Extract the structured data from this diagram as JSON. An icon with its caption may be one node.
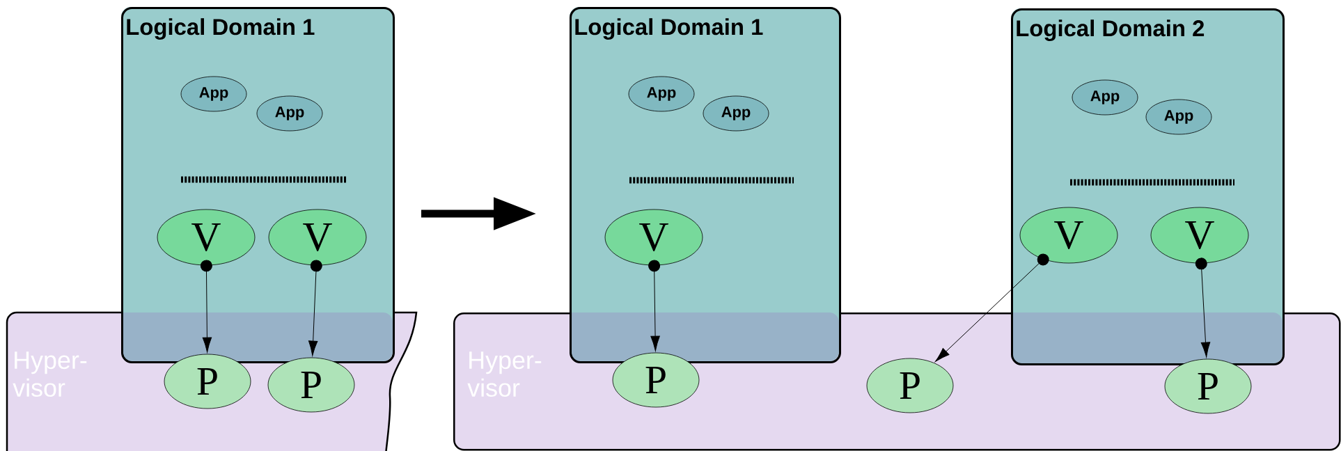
{
  "diagram": {
    "nodes": [
      {
        "text": [
          "Hyper- visor"
        ]
      },
      {
        "text": [
          "Logical Domain 1"
        ]
      },
      {
        "text": [
          "App"
        ],
        "in": 1
      },
      {
        "text": [
          "App"
        ],
        "in": 1
      },
      {
        "text": [
          "V"
        ],
        "in": 1
      },
      {
        "text": [
          "V"
        ],
        "in": 1
      },
      {
        "text": [
          "P"
        ],
        "in": 0
      },
      {
        "text": [
          "P"
        ],
        "in": 0
      },
      {
        "text": [
          "Hyper- visor"
        ]
      },
      {
        "text": [
          "Logical Domain 1"
        ]
      },
      {
        "text": [
          "App"
        ],
        "in": 9
      },
      {
        "text": [
          "App"
        ],
        "in": 9
      },
      {
        "text": [
          "V"
        ],
        "in": 9
      },
      {
        "text": [
          "P"
        ],
        "in": 8
      },
      {
        "text": [
          "Logical Domain 2"
        ]
      },
      {
        "text": [
          "App"
        ],
        "in": 14
      },
      {
        "text": [
          "App"
        ],
        "in": 14
      },
      {
        "text": [
          "V"
        ],
        "in": 14
      },
      {
        "text": [
          "V"
        ],
        "in": 14
      },
      {
        "text": [
          "P"
        ],
        "in": 8
      },
      {
        "text": [
          "P"
        ],
        "in": 8
      }
    ],
    "edges": [
      {
        "from": 4,
        "to": 6,
        "arrow": "to"
      },
      {
        "from": 5,
        "to": 7,
        "arrow": "to"
      },
      {
        "from": 12,
        "to": 13,
        "arrow": "to"
      },
      {
        "from": 17,
        "to": 19,
        "arrow": "to"
      },
      {
        "from": 18,
        "to": 20,
        "arrow": "to"
      },
      {
        "from": 1,
        "to": 9,
        "arrow": "to",
        "style": "thick"
      }
    ]
  }
}
